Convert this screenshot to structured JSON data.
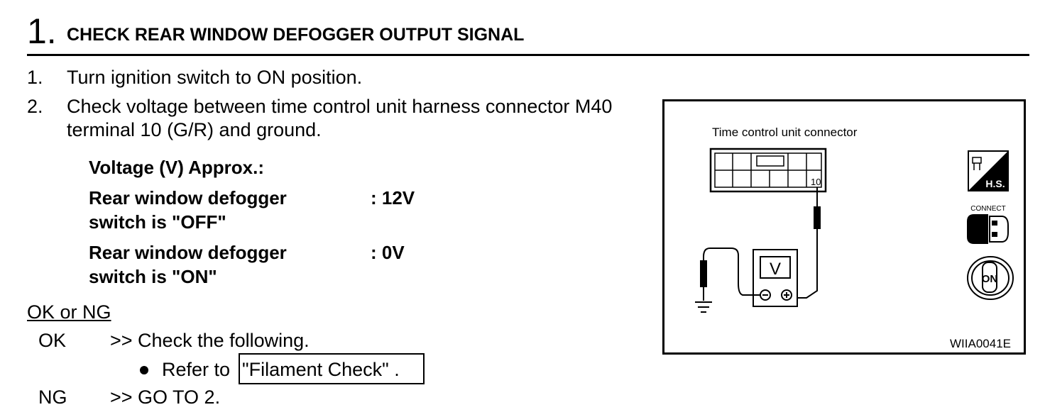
{
  "step": {
    "number": "1.",
    "title": "CHECK REAR WINDOW DEFOGGER OUTPUT SIGNAL"
  },
  "instructions": [
    {
      "num": "1.",
      "text": "Turn ignition switch to ON position."
    },
    {
      "num": "2.",
      "line1": "Check voltage between time control unit harness connector M40",
      "line2": "terminal 10 (G/R) and ground."
    }
  ],
  "spec": {
    "heading": "Voltage (V) Approx.:",
    "rows": [
      {
        "cond1": "Rear window defogger",
        "cond2": "switch is \"OFF\"",
        "value": ": 12V"
      },
      {
        "cond1": "Rear window defogger",
        "cond2": "switch is \"ON\"",
        "value": ": 0V"
      }
    ]
  },
  "result": {
    "heading": "OK or NG",
    "ok": {
      "label": "OK",
      "text": ">> Check the following."
    },
    "refer": {
      "prefix": "Refer to",
      "link": "\"Filament Check\" ."
    },
    "ng": {
      "label": "NG",
      "text": ">> GO TO 2."
    }
  },
  "figure": {
    "caption": "Time control unit connector",
    "terminal": "10",
    "meter_label": "V",
    "hs_label": "H.S.",
    "connect_label": "CONNECT",
    "on_label": "ON",
    "figure_id": "WIIA0041E"
  }
}
